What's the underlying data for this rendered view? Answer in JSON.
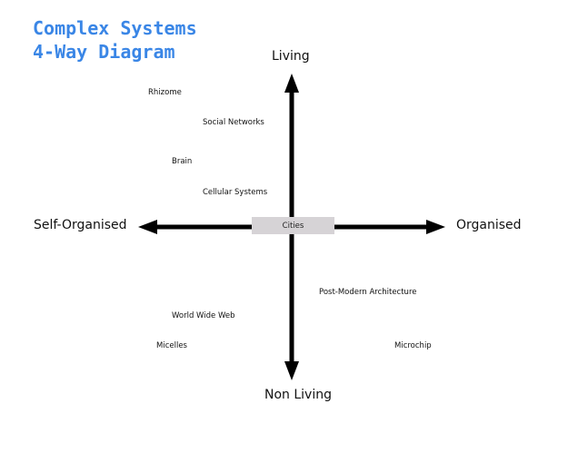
{
  "title": {
    "line1": "Complex Systems",
    "line2": "4-Way Diagram"
  },
  "axes": {
    "top": "Living",
    "bottom": "Non Living",
    "left": "Self-Organised",
    "right": "Organised"
  },
  "center": "Cities",
  "items": {
    "rhizome": "Rhizome",
    "social_networks": "Social Networks",
    "brain": "Brain",
    "cellular_systems": "Cellular Systems",
    "post_modern_architecture": "Post-Modern Architecture",
    "world_wide_web": "World Wide Web",
    "micelles": "Micelles",
    "microchip": "Microchip"
  },
  "colors": {
    "title": "#3a86e6",
    "center_box": "#d6d3d6",
    "arrows": "#000000"
  }
}
